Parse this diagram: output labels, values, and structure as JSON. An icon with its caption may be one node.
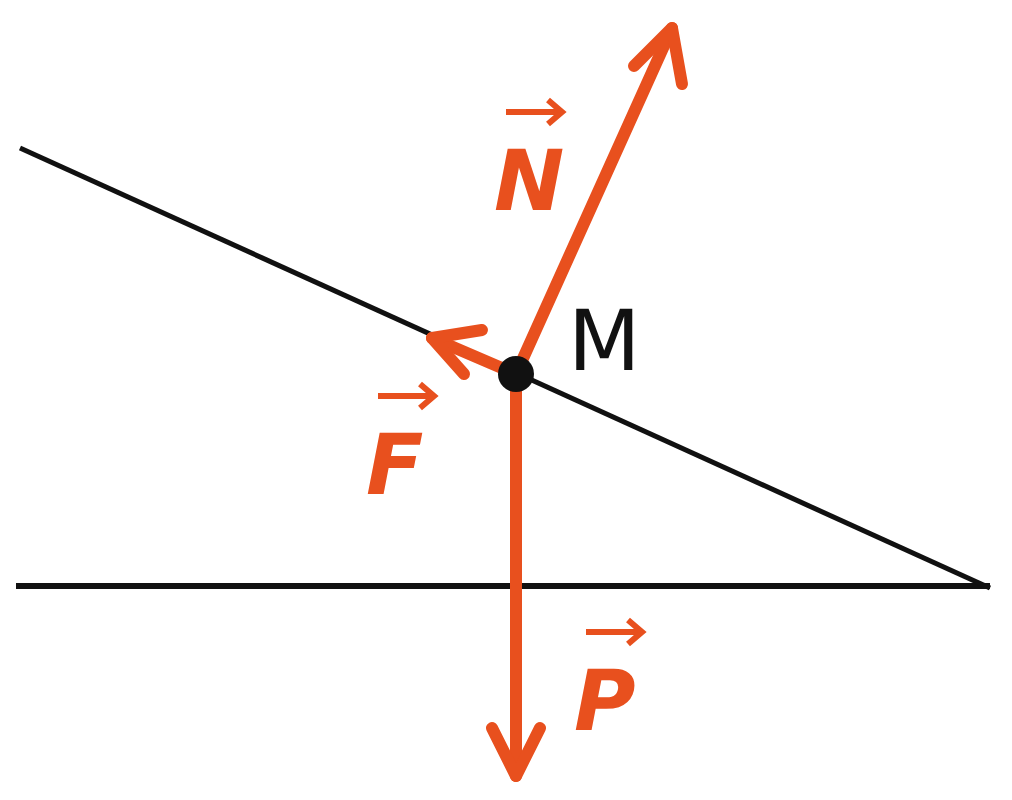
{
  "diagram": {
    "labels": [
      "N",
      "F",
      "M",
      "P"
    ]
  }
}
